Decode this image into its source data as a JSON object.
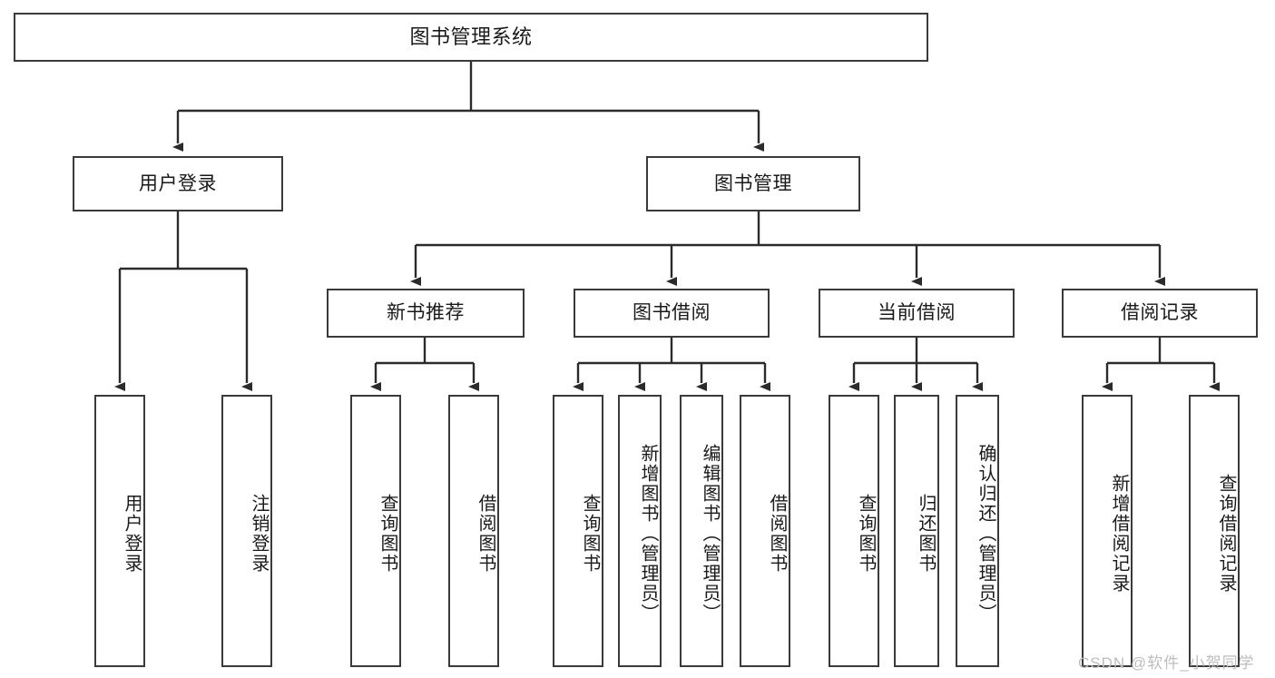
{
  "diagram": {
    "title": "图书管理系统",
    "type": "tree-hierarchy-diagram",
    "colors": {
      "box_border": "#3a3a3a",
      "box_fill": "#ffffff",
      "connector": "#2b2b2b",
      "background": "#ffffff",
      "watermark": "#bdbdbd"
    },
    "root": {
      "label": "图书管理系统"
    },
    "level2": [
      {
        "id": "user-login",
        "label": "用户登录"
      },
      {
        "id": "book-manage",
        "label": "图书管理"
      }
    ],
    "level3": [
      {
        "id": "new-book-recommend",
        "label": "新书推荐"
      },
      {
        "id": "book-borrow",
        "label": "图书借阅"
      },
      {
        "id": "current-borrow",
        "label": "当前借阅"
      },
      {
        "id": "borrow-record",
        "label": "借阅记录"
      }
    ],
    "leaves": {
      "user_login": [
        {
          "id": "leaf-user-login",
          "label": "用户登录"
        },
        {
          "id": "leaf-logout",
          "label": "注销登录"
        }
      ],
      "new_book_recommend": [
        {
          "id": "leaf-query-book-1",
          "label": "查询图书"
        },
        {
          "id": "leaf-borrow-book-1",
          "label": "借阅图书"
        }
      ],
      "book_borrow": [
        {
          "id": "leaf-query-book-2",
          "label": "查询图书"
        },
        {
          "id": "leaf-add-book",
          "label": "新增图书（管理员）"
        },
        {
          "id": "leaf-edit-book",
          "label": "编辑图书（管理员）"
        },
        {
          "id": "leaf-borrow-book-2",
          "label": "借阅图书"
        }
      ],
      "current_borrow": [
        {
          "id": "leaf-query-book-3",
          "label": "查询图书"
        },
        {
          "id": "leaf-return-book",
          "label": "归还图书"
        },
        {
          "id": "leaf-confirm-return",
          "label": "确认归还（管理员）"
        }
      ],
      "borrow_record": [
        {
          "id": "leaf-add-record",
          "label": "新增借阅记录"
        },
        {
          "id": "leaf-query-record",
          "label": "查询借阅记录"
        }
      ]
    },
    "watermark": "CSDN @软件_小贺同学"
  }
}
